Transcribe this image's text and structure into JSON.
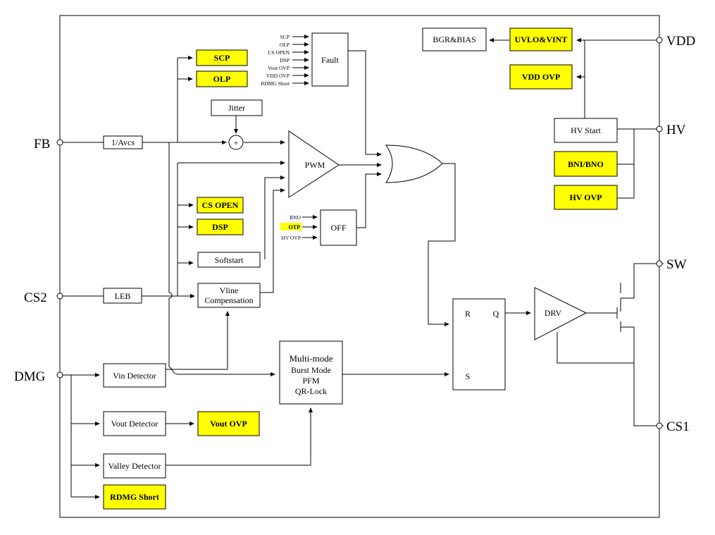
{
  "pins": {
    "fb": "FB",
    "cs2": "CS2",
    "dmg": "DMG",
    "vdd": "VDD",
    "hv": "HV",
    "sw": "SW",
    "cs1": "CS1"
  },
  "blocks": {
    "avcs": "1/Avcs",
    "jitter": "Jitter",
    "plus": "+",
    "leb": "LEB",
    "softstart": "Softstart",
    "vline_1": "Vline",
    "vline_2": "Compensation",
    "fault": "Fault",
    "pwm": "PWM",
    "off": "OFF",
    "bgr": "BGR&BIAS",
    "hv_start": "HV Start",
    "vin_detector": "Vin Detector",
    "vout_detector": "Vout Detector",
    "valley_detector": "Valley Detector",
    "multimode_1": "Multi-mode",
    "multimode_2": "Burst Mode",
    "multimode_3": "PFM",
    "multimode_4": "QR-Lock",
    "latch_r": "R",
    "latch_q": "Q",
    "latch_s": "S",
    "drv": "DRV"
  },
  "protections": {
    "scp": "SCP",
    "olp": "OLP",
    "cs_open": "CS OPEN",
    "dsp": "DSP",
    "uvlo": "UVLO&VINT",
    "vdd_ovp": "VDD OVP",
    "bni_bno": "BNI/BNO",
    "hv_ovp": "HV OVP",
    "vout_ovp": "Vout OVP",
    "rdmg_short": "RDMG Short"
  },
  "fault_inputs": [
    "SCP",
    "OLP",
    "CS OPEN",
    "DSP",
    "Vout OVP",
    "VDD OVP",
    "RDMG Short"
  ],
  "off_inputs": {
    "bno": "BNO",
    "otp": "OTP",
    "hv_ovp": "HV OVP"
  },
  "colors": {
    "highlight": "#ffff00",
    "line": "#000000"
  }
}
